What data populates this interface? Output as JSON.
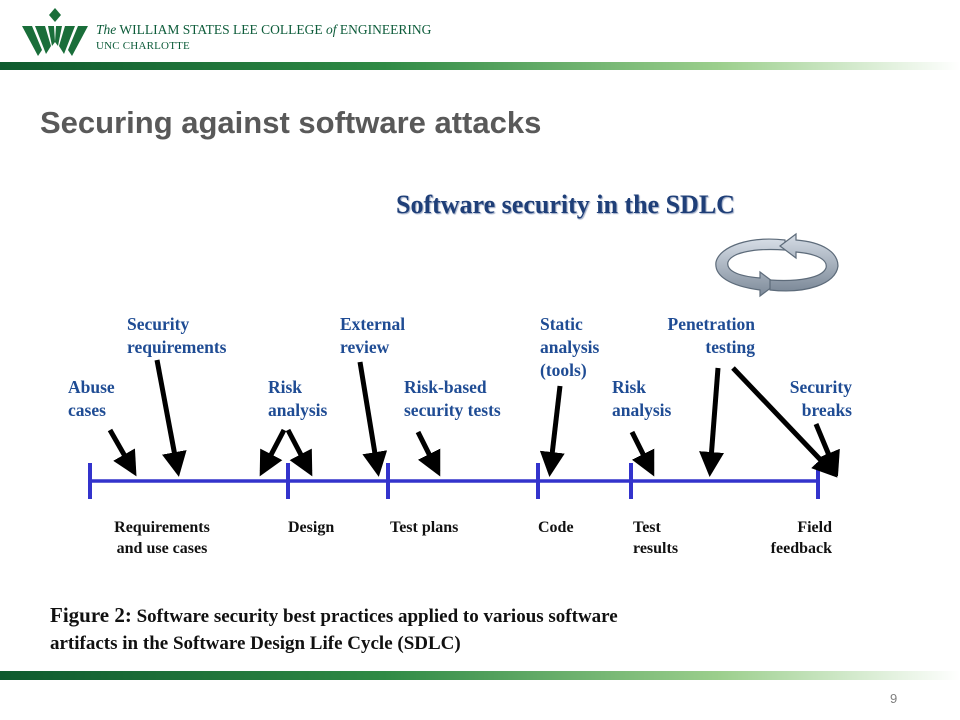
{
  "header": {
    "college_prefix": "The",
    "college_name": "WILLIAM STATES LEE COLLEGE",
    "college_of": "of",
    "college_suffix": "ENGINEERING",
    "university": "UNC CHARLOTTE"
  },
  "slide": {
    "title": "Securing against software attacks",
    "page_number": "9"
  },
  "diagram": {
    "title": "Software security in the SDLC",
    "practices": [
      "Abuse\ncases",
      "Security\nrequirements",
      "Risk\nanalysis",
      "External\nreview",
      "Risk-based\nsecurity tests",
      "Static\nanalysis\n(tools)",
      "Risk\nanalysis",
      "Penetration\ntesting",
      "Security\nbreaks"
    ],
    "stages": [
      "Requirements\nand use cases",
      "Design",
      "Test plans",
      "Code",
      "Test\nresults",
      "Field\nfeedback"
    ],
    "caption_lead": "Figure 2:",
    "caption_line1": "Software security best practices applied to various software",
    "caption_line2": "artifacts in the Software Design Life Cycle (SDLC)",
    "colors": {
      "timeline": "#3333cc",
      "labels": "#1f4c94",
      "arrows": "#000000"
    }
  }
}
